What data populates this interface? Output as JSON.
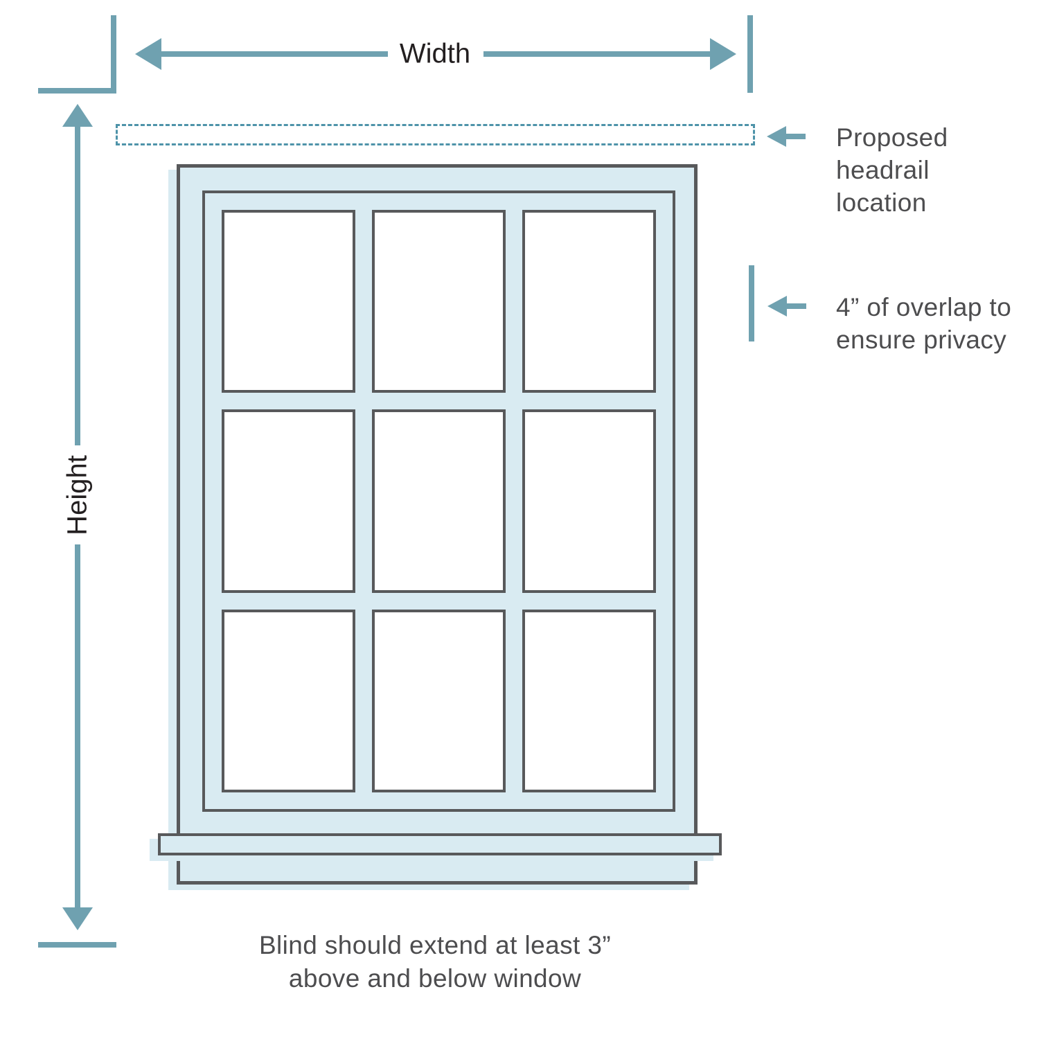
{
  "labels": {
    "width": "Width",
    "height": "Height"
  },
  "annotations": {
    "headrail": {
      "lines": [
        "Proposed",
        "headrail",
        "location"
      ]
    },
    "overlap": {
      "lines": [
        "4” of overlap to",
        "ensure privacy"
      ]
    }
  },
  "caption": {
    "lines": [
      "Blind should extend at least 3”",
      "above and below window"
    ]
  },
  "window": {
    "panes_rows": 3,
    "panes_columns": 3
  },
  "colors": {
    "arrow_teal": "#6FA1B0",
    "dashed_teal": "#4E93A9",
    "frame_gray": "#58595B",
    "window_fill": "#D9EBF2",
    "label_black": "#231F20",
    "text_gray": "#4D4D4F",
    "pane_white": "#FFFFFF",
    "background": "#FFFFFF"
  }
}
